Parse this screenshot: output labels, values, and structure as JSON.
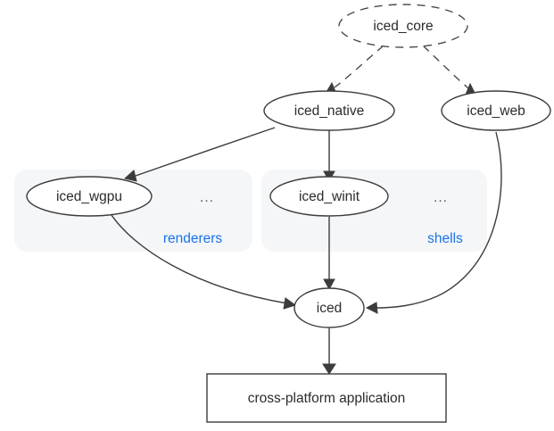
{
  "diagram": {
    "type": "dependency-graph",
    "background_color": "#ffffff",
    "cluster_color": "#f4f6f8",
    "cluster_label_color": "#1a73e8",
    "node_text_color": "#2b2b2b",
    "edge_color": "#3c3c3c",
    "nodes": [
      {
        "id": "iced_core",
        "label": "iced_core",
        "shape": "ellipse",
        "style": "dashed"
      },
      {
        "id": "iced_native",
        "label": "iced_native",
        "shape": "ellipse",
        "style": "solid"
      },
      {
        "id": "iced_web",
        "label": "iced_web",
        "shape": "ellipse",
        "style": "solid"
      },
      {
        "id": "iced_wgpu",
        "label": "iced_wgpu",
        "shape": "ellipse",
        "style": "solid"
      },
      {
        "id": "iced_winit",
        "label": "iced_winit",
        "shape": "ellipse",
        "style": "solid"
      },
      {
        "id": "iced",
        "label": "iced",
        "shape": "ellipse",
        "style": "solid"
      },
      {
        "id": "application",
        "label": "cross-platform application",
        "shape": "box",
        "style": "solid"
      }
    ],
    "clusters": [
      {
        "id": "renderers",
        "label": "renderers",
        "ellipsis": "...",
        "members": [
          "iced_wgpu"
        ]
      },
      {
        "id": "shells",
        "label": "shells",
        "ellipsis": "...",
        "members": [
          "iced_winit"
        ]
      }
    ],
    "edges": [
      {
        "from": "iced_core",
        "to": "iced_native",
        "style": "dashed",
        "arrow": true
      },
      {
        "from": "iced_core",
        "to": "iced_web",
        "style": "dashed",
        "arrow": true
      },
      {
        "from": "iced_native",
        "to": "iced_wgpu",
        "style": "solid",
        "arrow": true
      },
      {
        "from": "iced_native",
        "to": "iced_winit",
        "style": "solid",
        "arrow": true
      },
      {
        "from": "iced_wgpu",
        "to": "iced",
        "style": "solid",
        "arrow": true
      },
      {
        "from": "iced_winit",
        "to": "iced",
        "style": "solid",
        "arrow": true
      },
      {
        "from": "iced_web",
        "to": "iced",
        "style": "solid",
        "arrow": true
      },
      {
        "from": "iced",
        "to": "application",
        "style": "solid",
        "arrow": true
      }
    ]
  }
}
